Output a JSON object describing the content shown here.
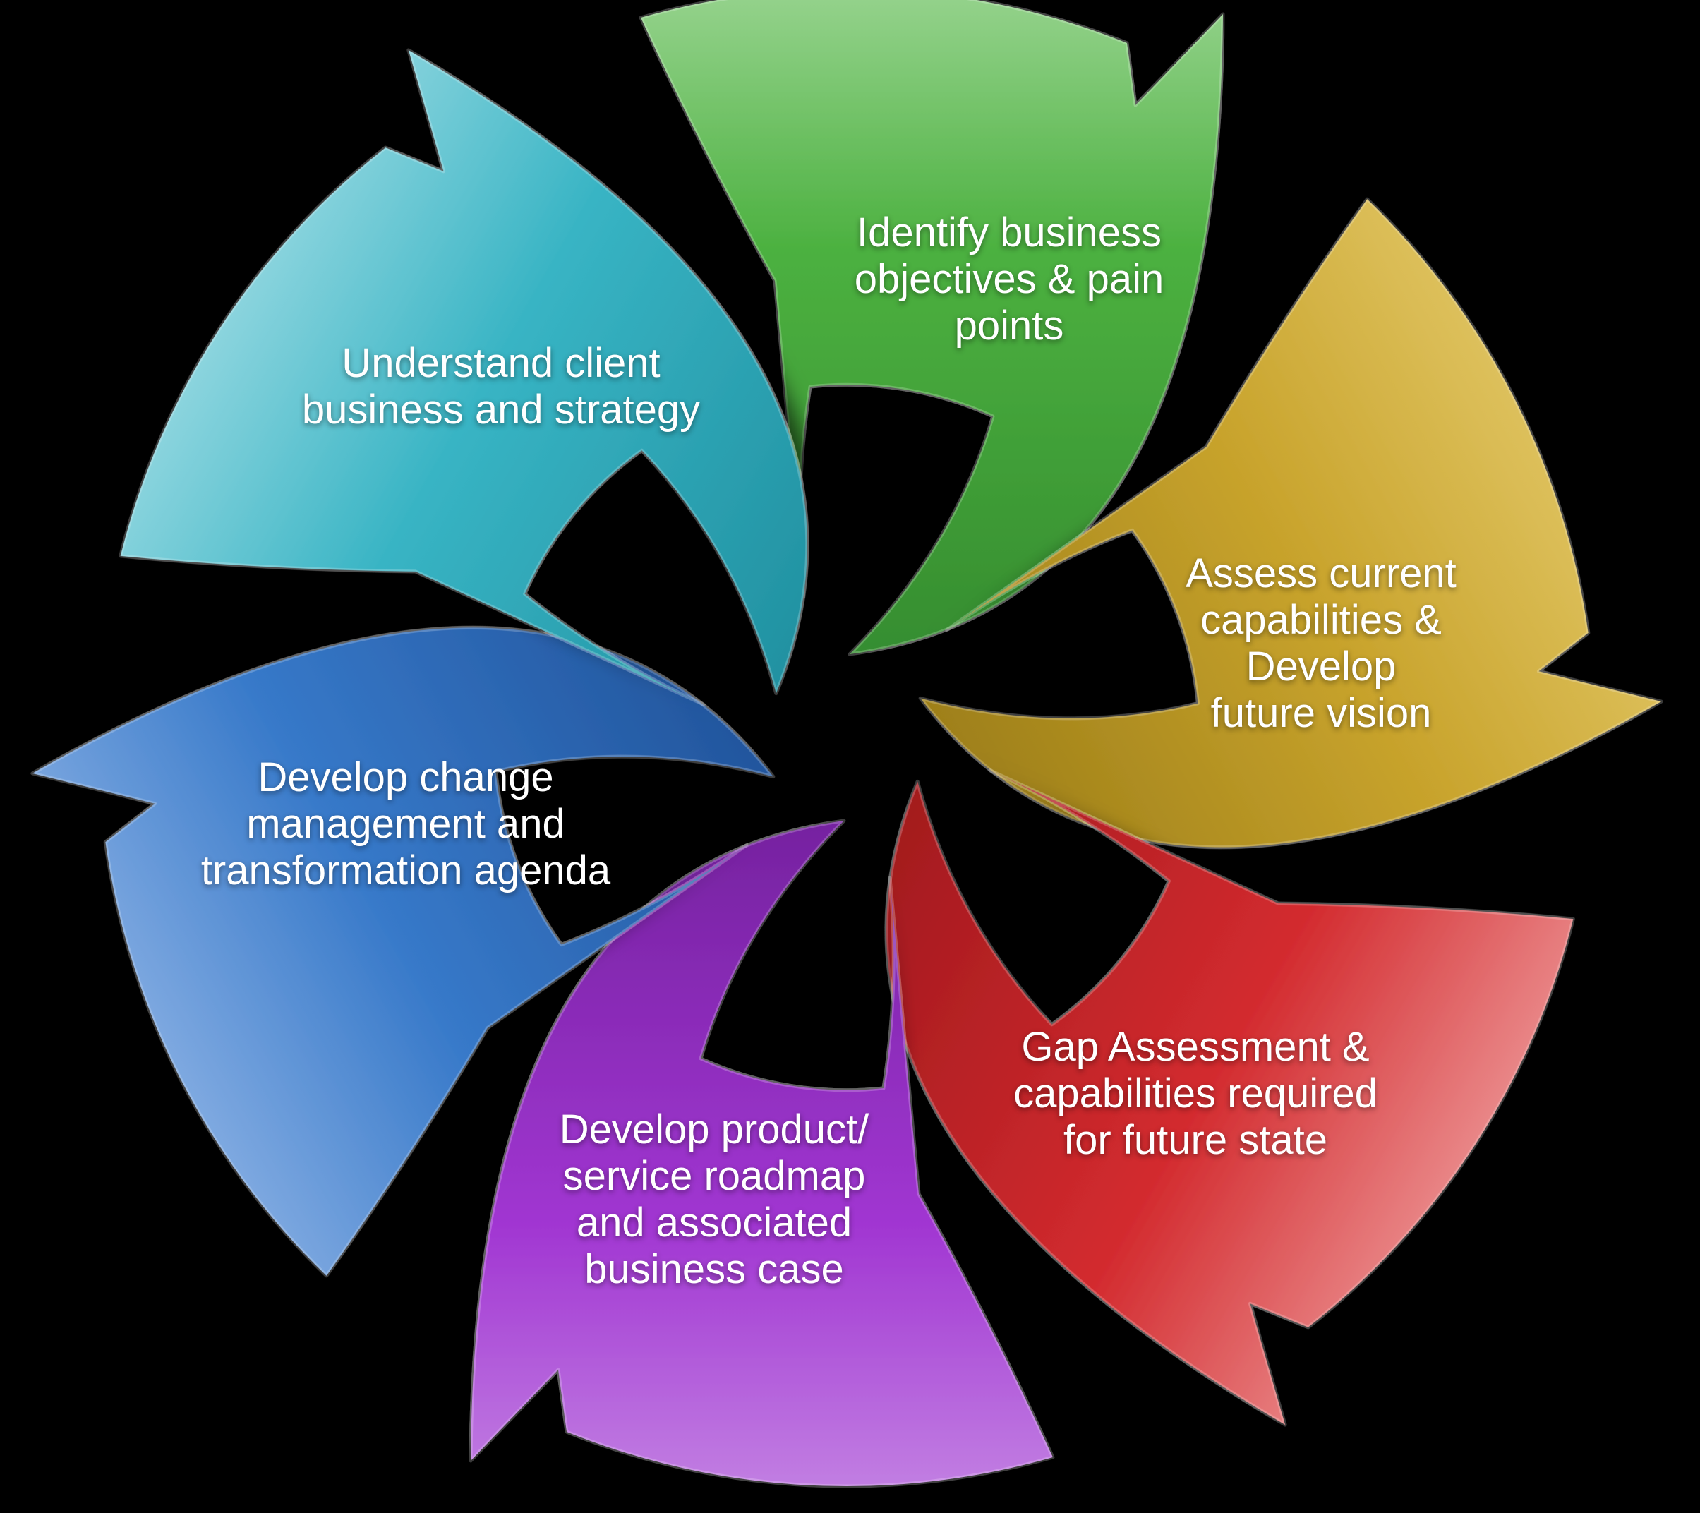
{
  "background": "#000000",
  "text_color": "#FFFFFF",
  "arrows": [
    {
      "id": "identify-business-objectives",
      "label": "Identify business\nobjectives & pain\npoints",
      "base": "#4CB140",
      "light": "#A8DBA0",
      "dark": "#338A2E"
    },
    {
      "id": "assess-current-capabilities",
      "label": "Assess current\ncapabilities & Develop\nfuture vision",
      "base": "#C9A42D",
      "light": "#E2C767",
      "dark": "#9A7C17"
    },
    {
      "id": "gap-assessment",
      "label": "Gap Assessment &\ncapabilities required\nfor future state",
      "base": "#D32B2F",
      "light": "#EE9C9C",
      "dark": "#9E181C"
    },
    {
      "id": "develop-product-service-roadmap",
      "label": "Develop product/\nservice roadmap\nand associated\nbusiness case",
      "base": "#A136D2",
      "light": "#C98FE6",
      "dark": "#71209B"
    },
    {
      "id": "develop-change-management",
      "label": "Develop change\nmanagement and\ntransformation agenda",
      "base": "#3779C9",
      "light": "#8FB4E6",
      "dark": "#205299"
    },
    {
      "id": "understand-client-business",
      "label": "Understand client\nbusiness and strategy",
      "base": "#38B4C4",
      "light": "#9FDCE4",
      "dark": "#1F8E9E"
    }
  ]
}
